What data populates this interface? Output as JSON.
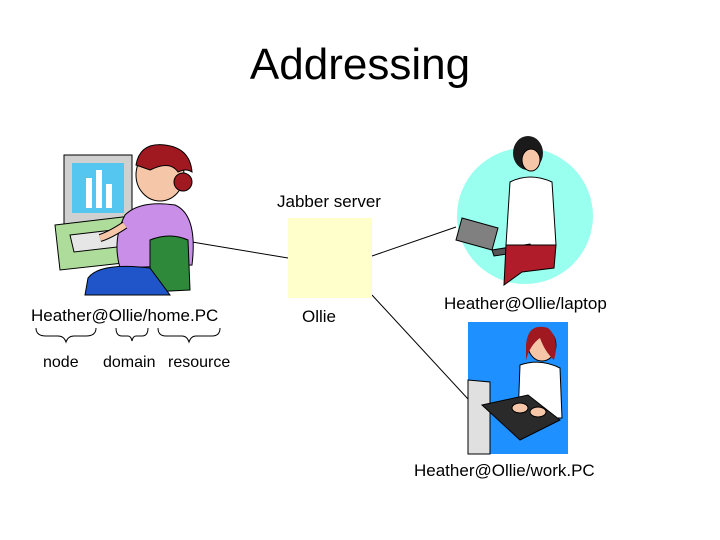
{
  "slide": {
    "title": "Addressing",
    "server_label": "Jabber server",
    "server_name": "Ollie",
    "clients": {
      "home": "Heather@Ollie/home.PC",
      "laptop": "Heather@Ollie/laptop",
      "work": "Heather@Ollie/work.PC"
    },
    "parts": {
      "node": "node",
      "domain": "domain",
      "resource": "resource"
    }
  },
  "colors": {
    "server_box": "#ffffcc",
    "laptop_circle": "#99ffee",
    "work_bg": "#1e90ff",
    "connector": "#000000"
  },
  "icons": [
    "woman-at-desktop-clipart",
    "woman-with-laptop-clipart",
    "woman-at-workstation-clipart"
  ]
}
